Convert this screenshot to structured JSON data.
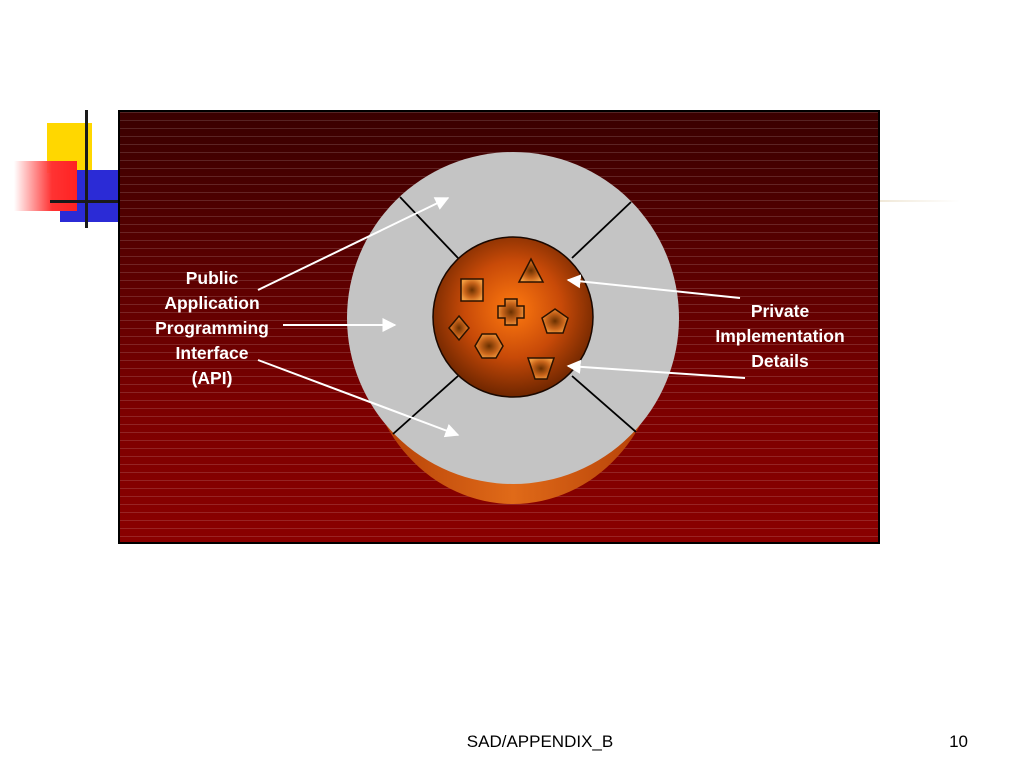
{
  "labels": {
    "public_api": "Public\nApplication\nProgramming\nInterface\n(API)",
    "private_impl": "Private\nImplementation\nDetails"
  },
  "footer": {
    "center": "SAD/APPENDIX_B",
    "page_number": "10"
  },
  "colors": {
    "panel_dark": "#3a0000",
    "panel_light": "#8a0000",
    "outer_ring": "#c4c4c4",
    "cylinder_side": "#c8500a",
    "core_center": "#ff7a10",
    "core_edge": "#6e2600",
    "shape_fill": "#e07a1a",
    "deco_yellow": "#ffd700",
    "deco_blue": "#2b2bd6",
    "deco_red": "#ff3333"
  }
}
